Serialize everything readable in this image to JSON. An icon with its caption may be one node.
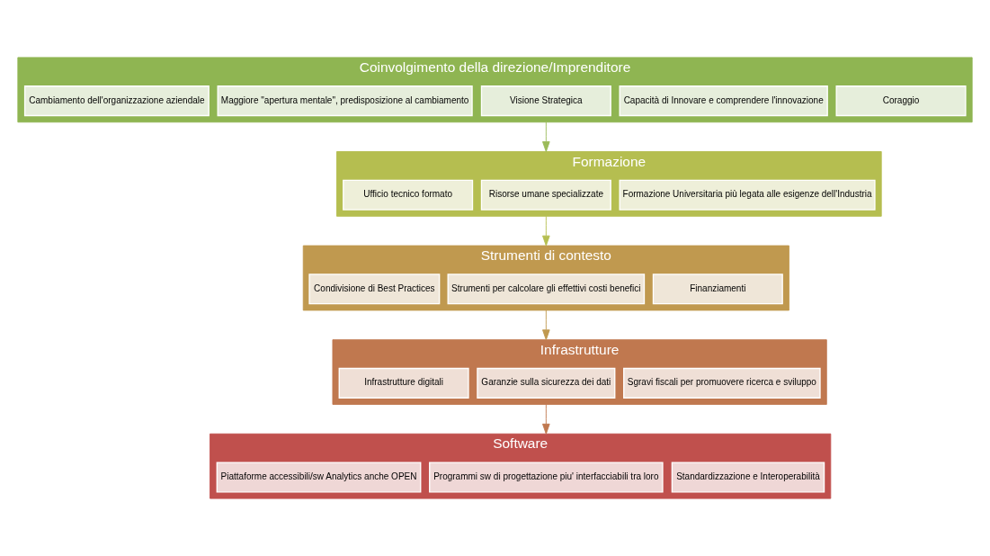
{
  "diagram": {
    "nodes": [
      {
        "text": [
          "Coinvolgimento della direzione/Imprenditore"
        ]
      },
      {
        "text": [
          "Cambiamento dell'organizzazione aziendale"
        ],
        "in": 0
      },
      {
        "text": [
          "Maggiore \"apertura mentale\", predisposizione al cambiamento"
        ],
        "in": 0
      },
      {
        "text": [
          "Visione Strategica"
        ],
        "in": 0
      },
      {
        "text": [
          "Capacità di Innovare e comprendere l'innovazione"
        ],
        "in": 0
      },
      {
        "text": [
          "Coraggio"
        ],
        "in": 0
      },
      {
        "text": [
          "Formazione"
        ]
      },
      {
        "text": [
          "Ufficio tecnico formato"
        ],
        "in": 6
      },
      {
        "text": [
          "Risorse umane specializzate"
        ],
        "in": 6
      },
      {
        "text": [
          "Formazione Universitaria più legata alle esigenze dell'Industria"
        ],
        "in": 6
      },
      {
        "text": [
          "Strumenti di contesto"
        ]
      },
      {
        "text": [
          "Condivisione di Best Practices"
        ],
        "in": 10
      },
      {
        "text": [
          "Strumenti per calcolare gli effettivi costi benefici"
        ],
        "in": 10
      },
      {
        "text": [
          "Finanziamenti"
        ],
        "in": 10
      },
      {
        "text": [
          "Infrastrutture"
        ]
      },
      {
        "text": [
          "Infrastrutture digitali"
        ],
        "in": 14
      },
      {
        "text": [
          "Garanzie sulla sicurezza dei dati"
        ],
        "in": 14
      },
      {
        "text": [
          "Sgravi fiscali per promuovere ricerca e sviluppo"
        ],
        "in": 14
      },
      {
        "text": [
          "Software"
        ]
      },
      {
        "text": [
          "Piattaforme accessibili/sw Analytics anche OPEN"
        ],
        "in": 18
      },
      {
        "text": [
          "Programmi sw di progettazione piu' interfacciabili tra loro"
        ],
        "in": 18
      },
      {
        "text": [
          "Standardizzazione e Interoperabilità"
        ],
        "in": 18
      }
    ],
    "edges": [
      {
        "from": 0,
        "to": 6,
        "arrow": "to",
        "color": "#9bbb59"
      },
      {
        "from": 6,
        "to": 10,
        "arrow": "to",
        "color": "#b5be50"
      },
      {
        "from": 10,
        "to": 14,
        "arrow": "to",
        "color": "#c0994f"
      },
      {
        "from": 14,
        "to": 18,
        "arrow": "to",
        "color": "#c0784f"
      }
    ]
  }
}
